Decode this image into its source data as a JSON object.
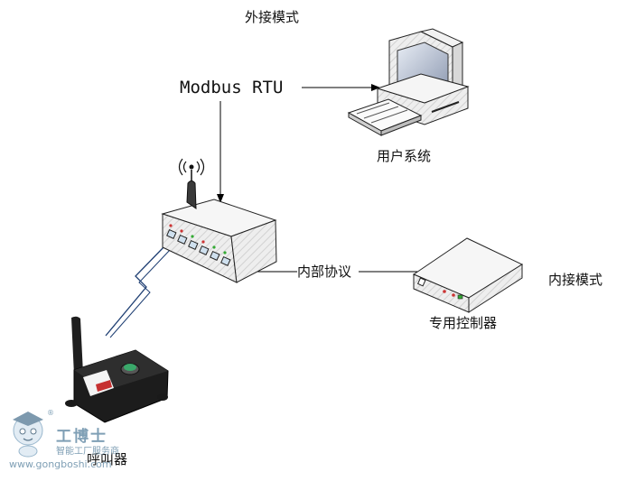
{
  "labels": {
    "external_mode": "外接模式",
    "modbus_rtu": "Modbus RTU",
    "user_system": "用户系统",
    "internal_protocol": "内部协议",
    "internal_mode": "内接模式",
    "dedicated_controller": "专用控制器",
    "pager": "呼叫器"
  },
  "watermark": {
    "brand": "工博士",
    "slogan": "智能工厂服务商",
    "url": "www.gongboshi.com",
    "registered": "®"
  },
  "colors": {
    "line": "#000000",
    "wireless": "#1f3f73",
    "device_body": "#ececec",
    "device_dark": "#1c1c1c",
    "watermark": "#7f9fb5"
  }
}
